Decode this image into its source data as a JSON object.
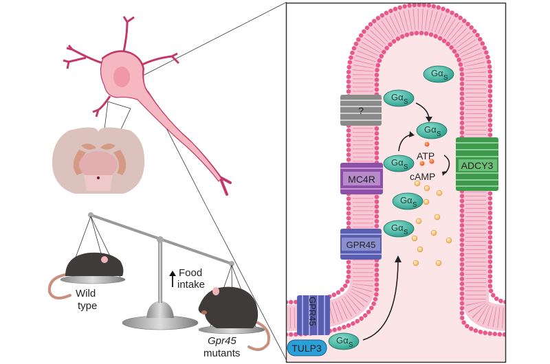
{
  "left": {
    "wild_type": [
      "Wild",
      "type"
    ],
    "food_intake": [
      "Food",
      "intake"
    ],
    "mutants": [
      "Gpr45",
      "mutants"
    ]
  },
  "cilium": {
    "unknown_receptor": "?",
    "mc4r": "MC4R",
    "gpr45_cilium": "GPR45",
    "gpr45_base": "GPR45",
    "adcy3": "ADCY3",
    "tulp3": "TULP3",
    "atp": "ATP",
    "camp": "cAMP",
    "galpha": "Gα",
    "galpha_sub": "s"
  },
  "colors": {
    "membrane": "#e8588a",
    "cytoplasm": "#fbe5e7",
    "galpha": "#3cb7a3",
    "mc4r": "#8e4fa8",
    "gpr45": "#5a5eb0",
    "adcy3": "#3d9a4c",
    "unknown": "#8a8a8a",
    "tulp3": "#2a9fd8",
    "mouse": "#3f3b3a"
  }
}
